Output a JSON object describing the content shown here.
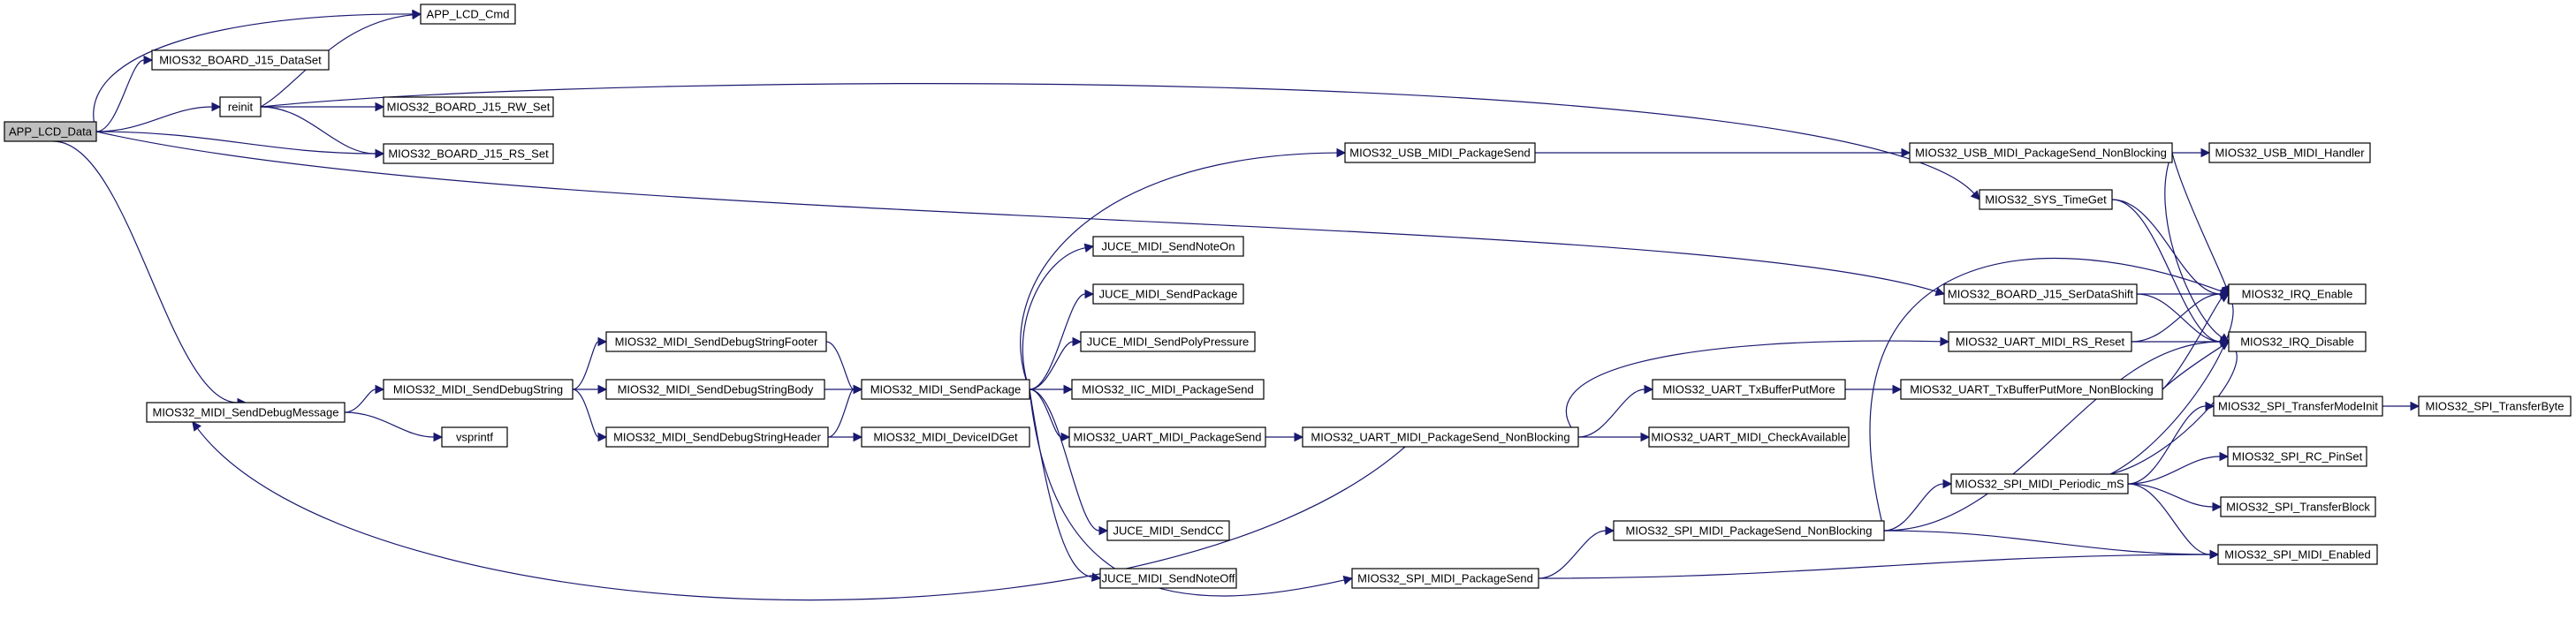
{
  "graph": {
    "colors": {
      "edge": "#191970",
      "node_border": "#000000",
      "node_fill": "#ffffff",
      "root_fill": "#bfbfbf"
    },
    "nodes": [
      {
        "id": "app_lcd_data",
        "label": "APP_LCD_Data",
        "root": true
      },
      {
        "id": "app_lcd_cmd",
        "label": "APP_LCD_Cmd"
      },
      {
        "id": "j15_dataset",
        "label": "MIOS32_BOARD_J15_DataSet"
      },
      {
        "id": "reinit",
        "label": "reinit"
      },
      {
        "id": "j15_rw_set",
        "label": "MIOS32_BOARD_J15_RW_Set"
      },
      {
        "id": "j15_rs_set",
        "label": "MIOS32_BOARD_J15_RS_Set"
      },
      {
        "id": "send_debug_message",
        "label": "MIOS32_MIDI_SendDebugMessage"
      },
      {
        "id": "send_debug_string",
        "label": "MIOS32_MIDI_SendDebugString"
      },
      {
        "id": "vsprintf",
        "label": "vsprintf"
      },
      {
        "id": "debug_footer",
        "label": "MIOS32_MIDI_SendDebugStringFooter"
      },
      {
        "id": "debug_body",
        "label": "MIOS32_MIDI_SendDebugStringBody"
      },
      {
        "id": "debug_header",
        "label": "MIOS32_MIDI_SendDebugStringHeader"
      },
      {
        "id": "send_package",
        "label": "MIOS32_MIDI_SendPackage"
      },
      {
        "id": "device_id_get",
        "label": "MIOS32_MIDI_DeviceIDGet"
      },
      {
        "id": "usb_package_send",
        "label": "MIOS32_USB_MIDI_PackageSend"
      },
      {
        "id": "juce_note_on",
        "label": "JUCE_MIDI_SendNoteOn"
      },
      {
        "id": "juce_package",
        "label": "JUCE_MIDI_SendPackage"
      },
      {
        "id": "juce_poly",
        "label": "JUCE_MIDI_SendPolyPressure"
      },
      {
        "id": "iic_package_send",
        "label": "MIOS32_IIC_MIDI_PackageSend"
      },
      {
        "id": "uart_package_send",
        "label": "MIOS32_UART_MIDI_PackageSend"
      },
      {
        "id": "juce_cc",
        "label": "JUCE_MIDI_SendCC"
      },
      {
        "id": "juce_note_off",
        "label": "JUCE_MIDI_SendNoteOff"
      },
      {
        "id": "uart_package_send_nb",
        "label": "MIOS32_UART_MIDI_PackageSend_NonBlocking"
      },
      {
        "id": "spi_package_send",
        "label": "MIOS32_SPI_MIDI_PackageSend"
      },
      {
        "id": "uart_tx_put_more",
        "label": "MIOS32_UART_TxBufferPutMore"
      },
      {
        "id": "uart_check_available",
        "label": "MIOS32_UART_MIDI_CheckAvailable"
      },
      {
        "id": "spi_package_send_nb",
        "label": "MIOS32_SPI_MIDI_PackageSend_NonBlocking"
      },
      {
        "id": "usb_package_send_nb",
        "label": "MIOS32_USB_MIDI_PackageSend_NonBlocking"
      },
      {
        "id": "usb_handler",
        "label": "MIOS32_USB_MIDI_Handler"
      },
      {
        "id": "sys_time_get",
        "label": "MIOS32_SYS_TimeGet"
      },
      {
        "id": "j15_serdatashift",
        "label": "MIOS32_BOARD_J15_SerDataShift"
      },
      {
        "id": "uart_rs_reset",
        "label": "MIOS32_UART_MIDI_RS_Reset"
      },
      {
        "id": "uart_tx_put_more_nb",
        "label": "MIOS32_UART_TxBufferPutMore_NonBlocking"
      },
      {
        "id": "spi_periodic",
        "label": "MIOS32_SPI_MIDI_Periodic_mS"
      },
      {
        "id": "irq_enable",
        "label": "MIOS32_IRQ_Enable"
      },
      {
        "id": "irq_disable",
        "label": "MIOS32_IRQ_Disable"
      },
      {
        "id": "spi_transfer_mode_init",
        "label": "MIOS32_SPI_TransferModeInit"
      },
      {
        "id": "spi_transfer_byte",
        "label": "MIOS32_SPI_TransferByte"
      },
      {
        "id": "spi_rc_pinset",
        "label": "MIOS32_SPI_RC_PinSet"
      },
      {
        "id": "spi_transfer_block",
        "label": "MIOS32_SPI_TransferBlock"
      },
      {
        "id": "spi_midi_enabled",
        "label": "MIOS32_SPI_MIDI_Enabled"
      }
    ],
    "edges": [
      [
        "app_lcd_data",
        "app_lcd_cmd"
      ],
      [
        "app_lcd_data",
        "j15_dataset"
      ],
      [
        "app_lcd_data",
        "reinit"
      ],
      [
        "app_lcd_data",
        "j15_rs_set"
      ],
      [
        "app_lcd_data",
        "send_debug_message"
      ],
      [
        "app_lcd_data",
        "j15_serdatashift"
      ],
      [
        "reinit",
        "app_lcd_cmd"
      ],
      [
        "reinit",
        "j15_rw_set"
      ],
      [
        "reinit",
        "j15_rs_set"
      ],
      [
        "reinit",
        "sys_time_get"
      ],
      [
        "send_debug_message",
        "send_debug_string"
      ],
      [
        "send_debug_message",
        "vsprintf"
      ],
      [
        "send_debug_string",
        "debug_footer"
      ],
      [
        "send_debug_string",
        "debug_body"
      ],
      [
        "send_debug_string",
        "debug_header"
      ],
      [
        "debug_footer",
        "send_package"
      ],
      [
        "debug_body",
        "send_package"
      ],
      [
        "debug_header",
        "send_package"
      ],
      [
        "debug_header",
        "device_id_get"
      ],
      [
        "send_package",
        "usb_package_send"
      ],
      [
        "send_package",
        "juce_note_on"
      ],
      [
        "send_package",
        "juce_package"
      ],
      [
        "send_package",
        "juce_poly"
      ],
      [
        "send_package",
        "iic_package_send"
      ],
      [
        "send_package",
        "uart_package_send"
      ],
      [
        "send_package",
        "juce_cc"
      ],
      [
        "send_package",
        "juce_note_off"
      ],
      [
        "send_package",
        "spi_package_send"
      ],
      [
        "usb_package_send",
        "usb_package_send_nb"
      ],
      [
        "usb_package_send_nb",
        "usb_handler"
      ],
      [
        "usb_package_send_nb",
        "irq_enable"
      ],
      [
        "usb_package_send_nb",
        "irq_disable"
      ],
      [
        "uart_package_send",
        "uart_package_send_nb"
      ],
      [
        "uart_package_send_nb",
        "uart_rs_reset"
      ],
      [
        "uart_package_send_nb",
        "uart_tx_put_more"
      ],
      [
        "uart_package_send_nb",
        "uart_check_available"
      ],
      [
        "uart_package_send_nb",
        "send_debug_message"
      ],
      [
        "uart_tx_put_more",
        "uart_tx_put_more_nb"
      ],
      [
        "uart_tx_put_more_nb",
        "irq_enable"
      ],
      [
        "uart_tx_put_more_nb",
        "irq_disable"
      ],
      [
        "uart_rs_reset",
        "irq_enable"
      ],
      [
        "uart_rs_reset",
        "irq_disable"
      ],
      [
        "spi_package_send",
        "spi_package_send_nb"
      ],
      [
        "spi_package_send",
        "spi_midi_enabled"
      ],
      [
        "spi_package_send_nb",
        "spi_periodic"
      ],
      [
        "spi_package_send_nb",
        "irq_enable"
      ],
      [
        "spi_package_send_nb",
        "irq_disable"
      ],
      [
        "spi_package_send_nb",
        "spi_midi_enabled"
      ],
      [
        "spi_periodic",
        "irq_enable"
      ],
      [
        "spi_periodic",
        "irq_disable"
      ],
      [
        "spi_periodic",
        "spi_transfer_mode_init"
      ],
      [
        "spi_periodic",
        "spi_rc_pinset"
      ],
      [
        "spi_periodic",
        "spi_transfer_block"
      ],
      [
        "spi_periodic",
        "spi_midi_enabled"
      ],
      [
        "spi_transfer_mode_init",
        "spi_transfer_byte"
      ],
      [
        "sys_time_get",
        "irq_enable"
      ],
      [
        "sys_time_get",
        "irq_disable"
      ],
      [
        "j15_serdatashift",
        "irq_enable"
      ],
      [
        "j15_serdatashift",
        "irq_disable"
      ]
    ]
  }
}
